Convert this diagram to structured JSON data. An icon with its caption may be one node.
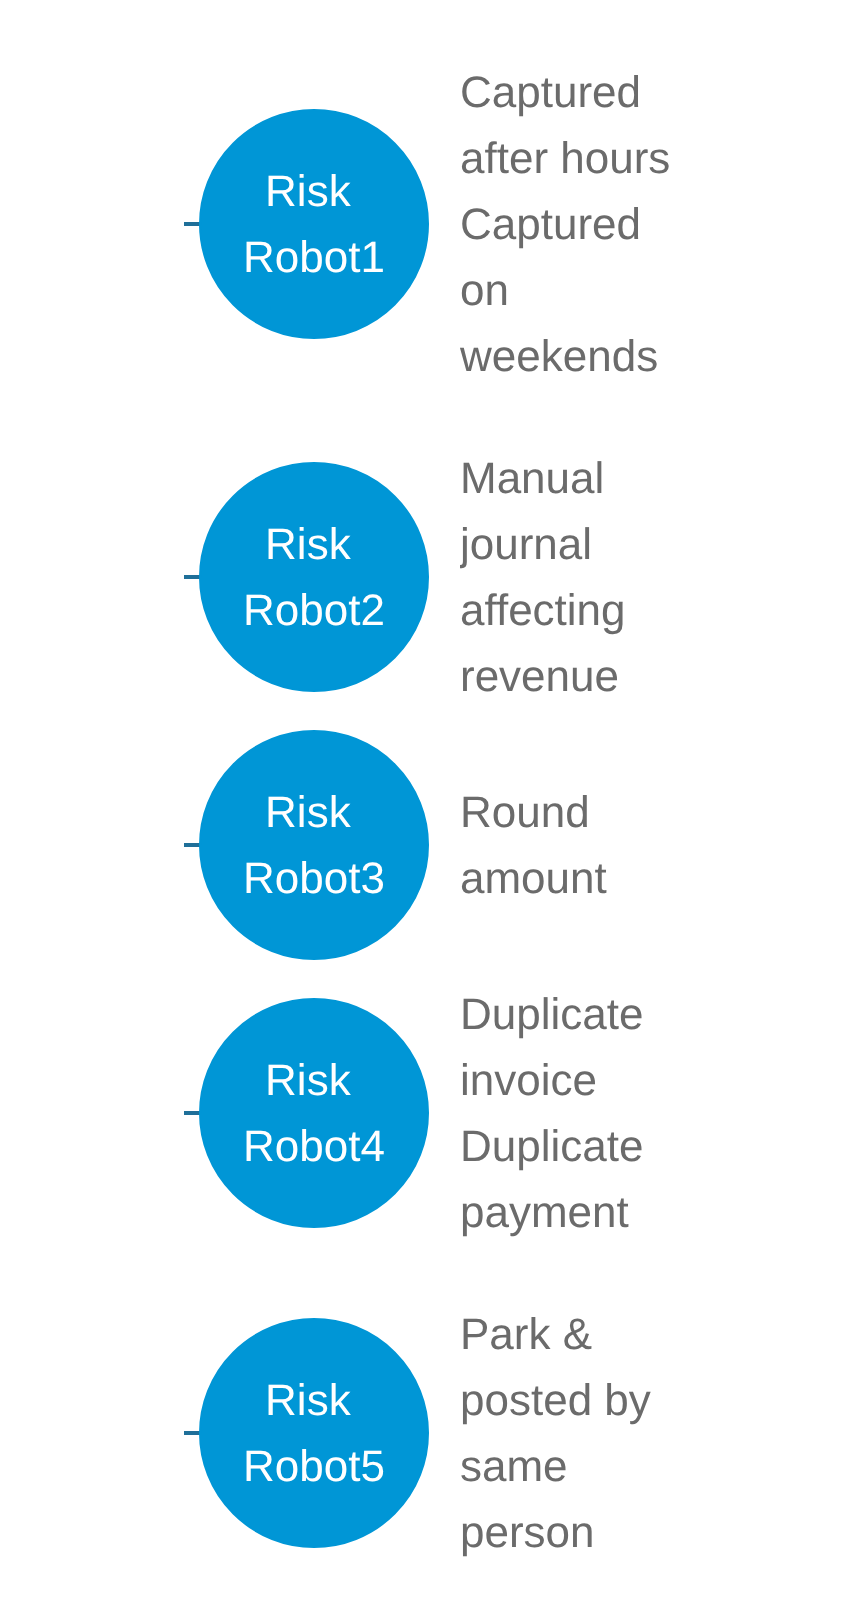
{
  "diagram": {
    "nodes": [
      {
        "text": [
          "Risk Robot1"
        ],
        "beside": [
          "Captured after hours",
          "Captured on weekends"
        ]
      },
      {
        "text": [
          "Risk Robot2"
        ],
        "beside": [
          "Manual journal affecting revenue"
        ]
      },
      {
        "text": [
          "Risk Robot3"
        ],
        "beside": [
          "Round amount"
        ]
      },
      {
        "text": [
          "Risk Robot4"
        ],
        "beside": [
          "Duplicate invoice",
          "Duplicate payment"
        ]
      },
      {
        "text": [
          "Risk Robot5"
        ],
        "beside": [
          "Park & posted by same person"
        ]
      }
    ],
    "edges": [
      {
        "from": null,
        "to": 0,
        "arrow": "none"
      },
      {
        "from": null,
        "to": 1,
        "arrow": "none"
      },
      {
        "from": null,
        "to": 2,
        "arrow": "none"
      },
      {
        "from": null,
        "to": 3,
        "arrow": "none"
      },
      {
        "from": null,
        "to": 4,
        "arrow": "none"
      }
    ]
  }
}
